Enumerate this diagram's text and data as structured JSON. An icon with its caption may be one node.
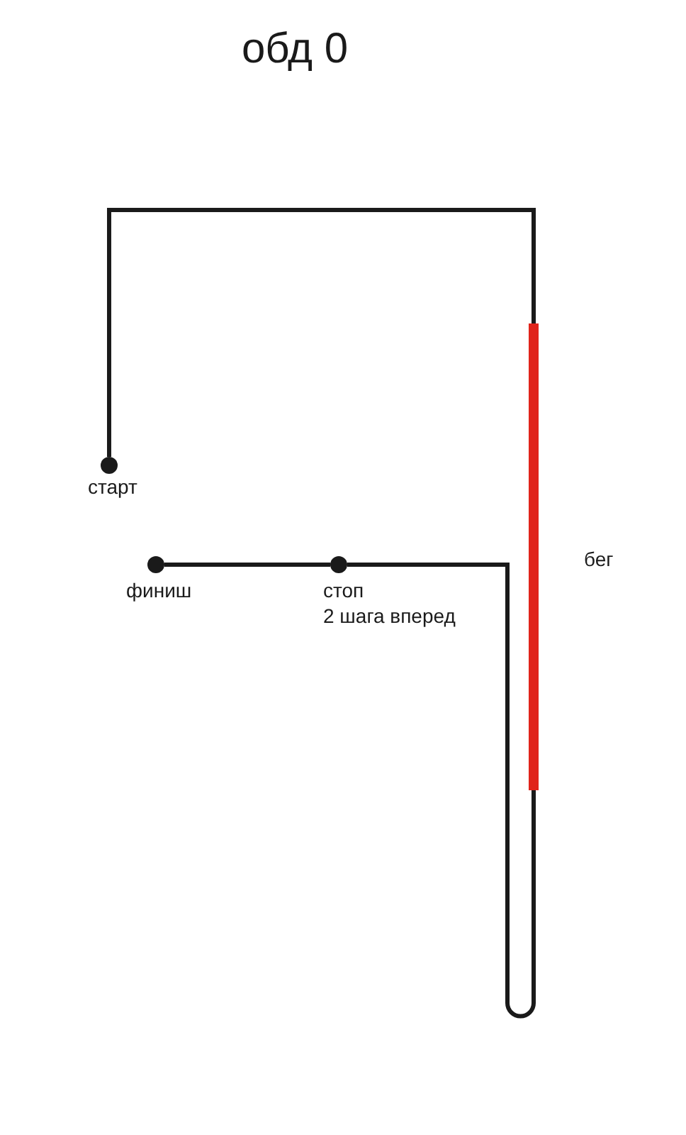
{
  "diagram": {
    "title": "обд 0",
    "nodes": [
      {
        "text": [],
        "shape": "circle",
        "beside": [
          "старт"
        ]
      },
      {
        "text": [],
        "shape": "bar",
        "beside": [
          "бег"
        ]
      },
      {
        "text": [],
        "shape": "circle",
        "beside": [
          "стоп",
          "2 шага вперед"
        ]
      },
      {
        "text": [],
        "shape": "circle",
        "beside": [
          "финиш"
        ]
      }
    ],
    "edges": [
      {
        "from": 0,
        "to": 1,
        "arrow": "none"
      },
      {
        "from": 1,
        "to": 2,
        "arrow": "none"
      },
      {
        "from": 2,
        "to": 3,
        "arrow": "none"
      }
    ]
  }
}
